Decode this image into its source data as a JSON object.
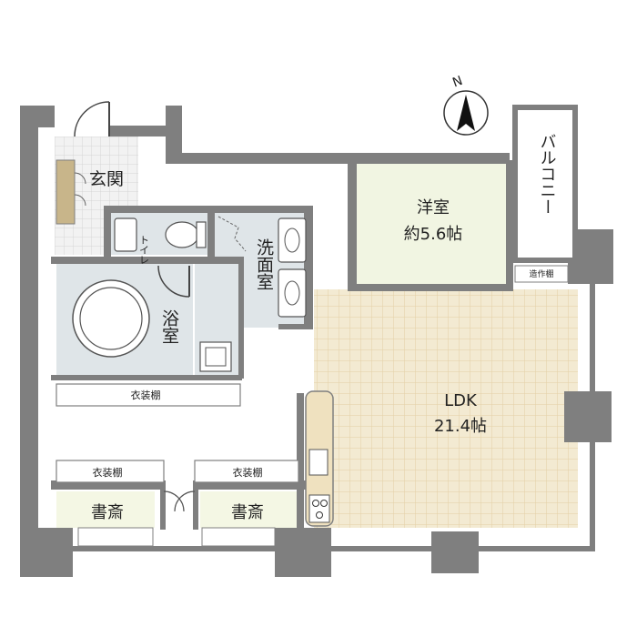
{
  "compass": {
    "letter": "N"
  },
  "rooms": {
    "entrance": "玄関",
    "toilet": "トイレ",
    "washroom": "洗面室",
    "bath": "浴室",
    "western_room_name": "洋室",
    "western_room_size": "約5.6帖",
    "balcony": "バルコニー",
    "built_in_shelf": "造作棚",
    "ldk_name": "LDK",
    "ldk_size": "21.4帖",
    "closet_top": "衣装棚",
    "closet_left": "衣装棚",
    "closet_right": "衣装棚",
    "study_left": "書斎",
    "study_right": "書斎"
  },
  "colors": {
    "wall": "#7f7f7f",
    "ldk_floor": "#f3ead2",
    "ldk_grid": "#e3cfa4",
    "wet_area": "#dfe5e8",
    "western_room": "#f1f5e2",
    "study": "#f4f7e4",
    "entrance_tile": "#f2f2f2",
    "kitchen": "#efe1bf"
  }
}
